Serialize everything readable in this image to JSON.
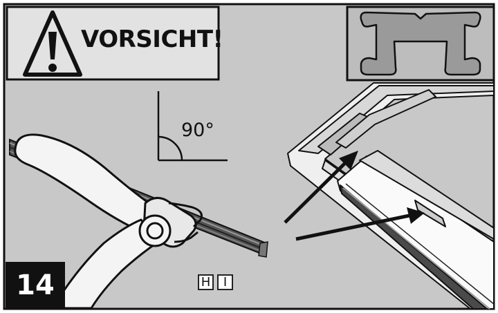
{
  "warning": {
    "label": "VORSICHT!",
    "icon": "warning-triangle-icon"
  },
  "angle": {
    "label": "90°"
  },
  "step": {
    "number": "14"
  },
  "parts": [
    {
      "label": "H"
    },
    {
      "label": "I"
    }
  ],
  "colors": {
    "background": "#c8c8c8",
    "ink": "#111111",
    "panel": "#e2e2e2",
    "profile": "#9a9a9a"
  }
}
